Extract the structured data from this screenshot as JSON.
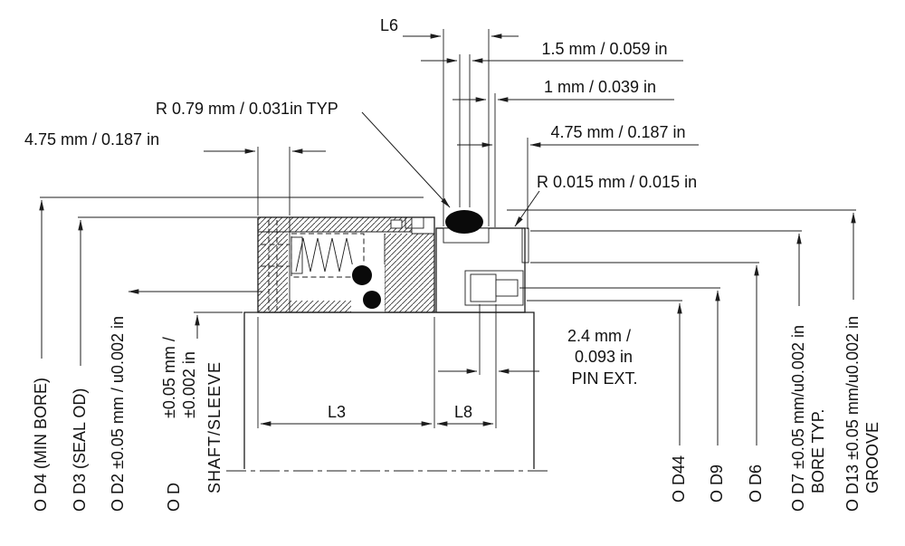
{
  "dims": {
    "l6": "L6",
    "mm15": "1.5 mm /  0.059  in",
    "mm1": "1 mm /  0.039  in",
    "r079": "R  0.79  mm / 0.031in TYP",
    "left475": "4.75 mm /  0.187   in",
    "right475": "4.75 mm /  0.187  in",
    "r0015": "R  0.015  mm / 0.015 in",
    "pin1": "2.4 mm /",
    "pin2": "0.093  in",
    "pin3": "PIN EXT.",
    "l3": "L3",
    "l8": "L8"
  },
  "left": {
    "d4": "O D4  (MIN BORE)",
    "d3": "O D3   (SEAL OD)",
    "d2": "O D2   ±0.05 mm / u0.002 in",
    "d": "O D",
    "d_tol1": "±0.05 mm /",
    "d_tol2": "±0.002 in",
    "shaft": "SHAFT/SLEEVE"
  },
  "right": {
    "d44": "O D44",
    "d9": "O D9",
    "d6": "O D6",
    "d7": "O D7 ±0.05 mm/u0.002 in",
    "d7b": "BORE  TYP.",
    "d13": "O D13 ±0.05 mm/u0.002 in",
    "d13b": "GROOVE"
  }
}
